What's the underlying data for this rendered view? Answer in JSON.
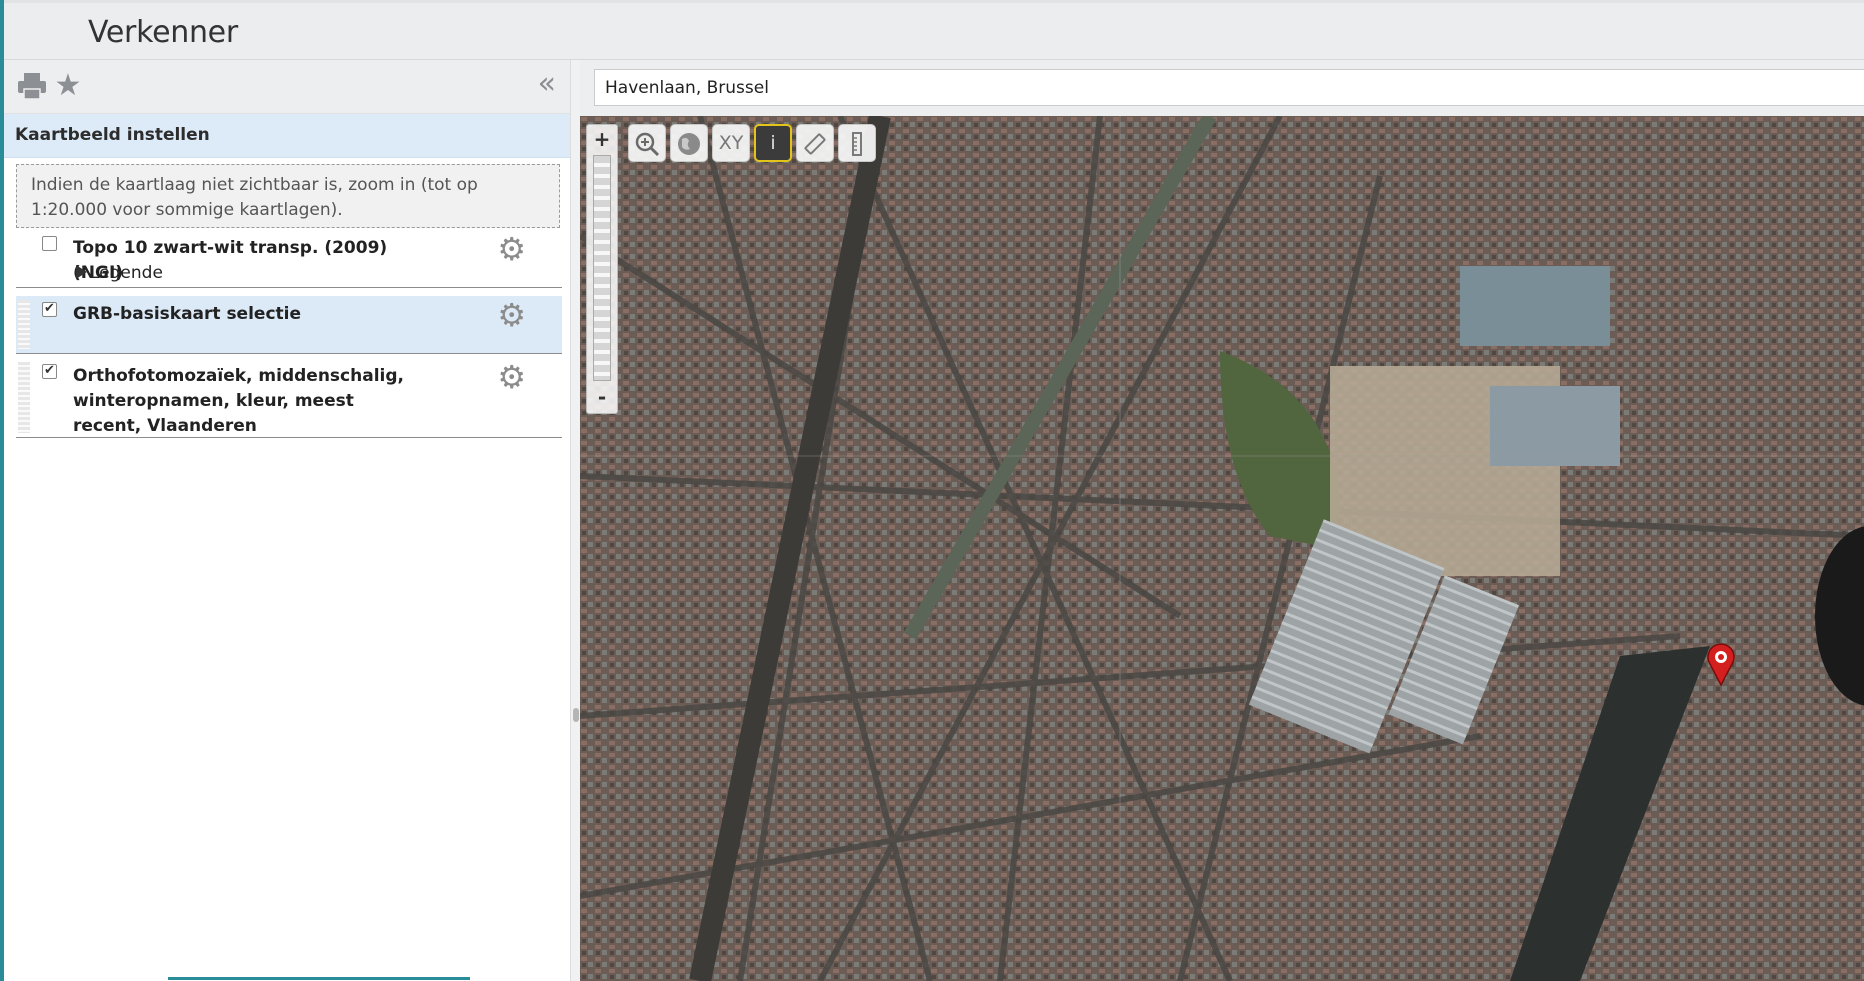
{
  "app": {
    "title": "Verkenner"
  },
  "toolbar": {
    "print_icon": "print-icon",
    "favorite_icon": "star-icon",
    "collapse_label": "«"
  },
  "panel": {
    "header": "Kaartbeeld instellen",
    "info": "Indien de kaartlaag niet zichtbaar is, zoom in (tot op 1:20.000 voor sommige kaartlagen).",
    "layers": [
      {
        "name": "Topo 10 zwart-wit transp. (2009) (NGI)",
        "checked": false,
        "legend_label": "Legende",
        "selected": false
      },
      {
        "name": "GRB-basiskaart selectie",
        "checked": true,
        "selected": true
      },
      {
        "name": "Orthofotomozaïek, middenschalig, winteropnamen, kleur, meest recent, Vlaanderen",
        "checked": true,
        "selected": false
      }
    ]
  },
  "search": {
    "value": "Havenlaan, Brussel"
  },
  "map": {
    "zoom_in": "+",
    "zoom_out": "-",
    "tools": [
      {
        "label": "",
        "icon": "zoom-box-icon"
      },
      {
        "label": "",
        "icon": "globe-icon"
      },
      {
        "label": "XY",
        "icon": "xy-icon"
      },
      {
        "label": "i",
        "icon": "info-icon",
        "active": true
      },
      {
        "label": "",
        "icon": "measure-ruler-icon"
      },
      {
        "label": "",
        "icon": "elevation-profile-icon"
      }
    ],
    "marker_color": "#d41f1f"
  },
  "colors": {
    "accent": "#2b8c99",
    "header_bg": "#ddeaf7",
    "highlight": "#e3c41b"
  }
}
